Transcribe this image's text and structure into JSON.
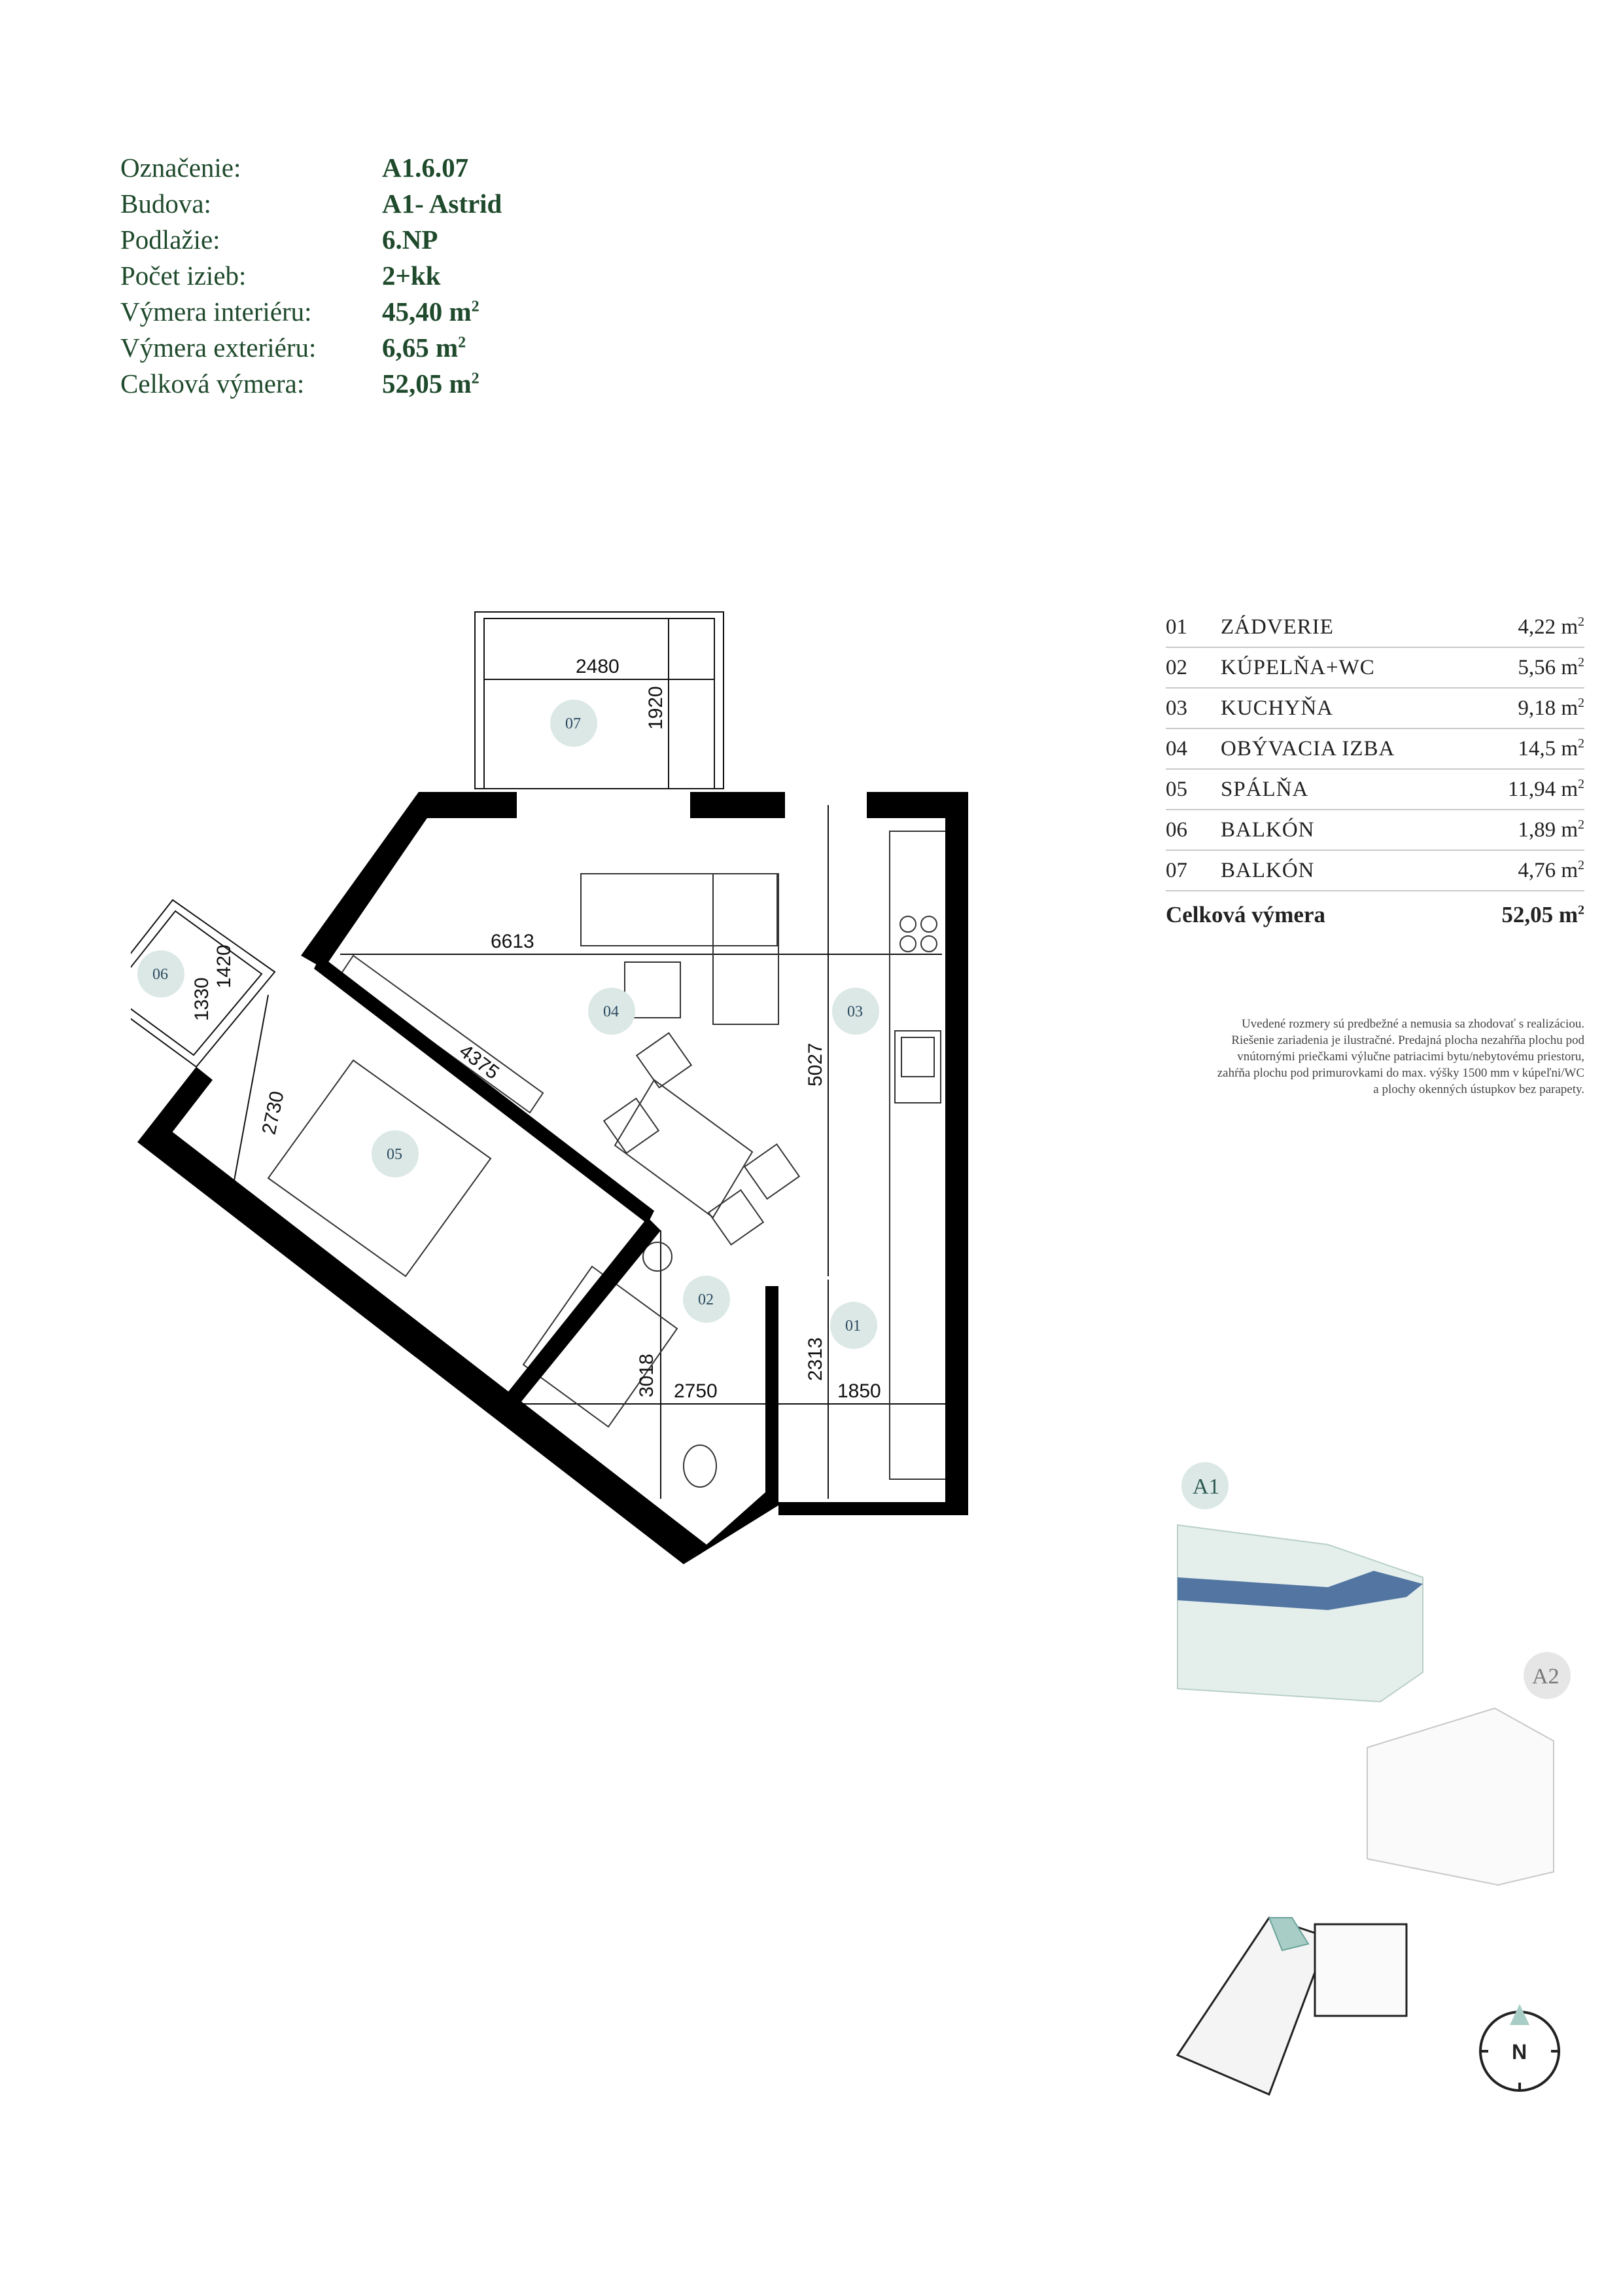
{
  "specs": [
    {
      "label": "Označenie:",
      "value": "A1.6.07"
    },
    {
      "label": "Budova:",
      "value": "A1- Astrid"
    },
    {
      "label": "Podlažie:",
      "value": "6.NP"
    },
    {
      "label": "Počet izieb:",
      "value": "2+kk"
    },
    {
      "label": "Výmera interiéru:",
      "value": "45,40 m",
      "sup": "2"
    },
    {
      "label": "Výmera exteriéru:",
      "value": "6,65 m",
      "sup": "2"
    },
    {
      "label": "Celková výmera:",
      "value": "52,05 m",
      "sup": "2"
    }
  ],
  "rooms": [
    {
      "no": "01",
      "name": "ZÁDVERIE",
      "area": "4,22 m",
      "sup": "2"
    },
    {
      "no": "02",
      "name": "KÚPELŇA+WC",
      "area": "5,56 m",
      "sup": "2"
    },
    {
      "no": "03",
      "name": "KUCHYŇA",
      "area": "9,18 m",
      "sup": "2"
    },
    {
      "no": "04",
      "name": "OBÝVACIA IZBA",
      "area": "14,5 m",
      "sup": "2"
    },
    {
      "no": "05",
      "name": "SPÁLŇA",
      "area": "11,94 m",
      "sup": "2"
    },
    {
      "no": "06",
      "name": "BALKÓN",
      "area": "1,89 m",
      "sup": "2"
    },
    {
      "no": "07",
      "name": "BALKÓN",
      "area": "4,76 m",
      "sup": "2"
    }
  ],
  "total": {
    "name": "Celková výmera",
    "area": "52,05 m",
    "sup": "2"
  },
  "note": [
    "Uvedené rozmery sú predbežné a nemusia sa zhodovať s realizáciou.",
    "Riešenie zariadenia je ilustračné. Predajná plocha nezahŕňa plochu pod",
    "vnútornými priečkami výlučne patriacimi bytu/nebytovému priestoru,",
    "zahŕňa plochu pod primurovkami do max. výšky 1500 mm v kúpeľni/WC",
    "a plochy okenných ústupkov bez parapety."
  ],
  "plan": {
    "dimensions": {
      "balcony07_width": "2480",
      "balcony07_depth": "1920",
      "living_width": "6613",
      "balcony06_width": "1420",
      "balcony06_depth": "1330",
      "bedroom_wall": "4375",
      "bedroom_depth": "2730",
      "kitchen_length": "5027",
      "bath_height": "3018",
      "bath_width": "2750",
      "hall_height": "2313",
      "hall_width": "1850"
    },
    "tags": {
      "t01": "01",
      "t02": "02",
      "t03": "03",
      "t04": "04",
      "t05": "05",
      "t06": "06",
      "t07": "07"
    }
  },
  "building_labels": {
    "a1": "A1",
    "a2": "A2"
  },
  "compass": {
    "letter": "N"
  },
  "colors": {
    "text_green": "#1f4a2c",
    "accent_blue": "#3a5f95",
    "tag_fill": "#dbe8e6",
    "wall": "#000000"
  }
}
